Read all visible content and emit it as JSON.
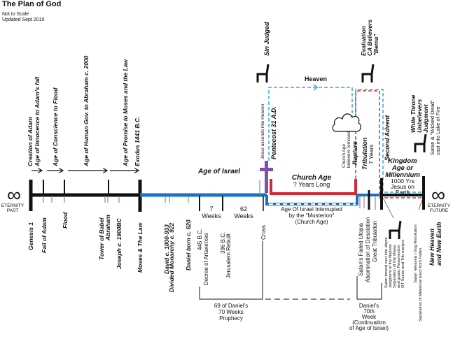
{
  "header": {
    "title": "The Plan of God",
    "notes": [
      "Not to Scale",
      "Updated Sept 2019"
    ]
  },
  "eternity": {
    "past": [
      "ETERNITY",
      "PAST"
    ],
    "future": [
      "ETERNITY",
      "FUTURE"
    ],
    "symbol": "∞"
  },
  "ages_above": [
    "Creation of Adam",
    "Age of Innocence to Adam's fall",
    "Age of Conscience to Flood",
    "Age of Human Gov. to Abraham c. 2000",
    "Age of Promise to Moses and the Law",
    "Exodus 1441 B.C."
  ],
  "events_below": [
    "Genesis 1",
    "Fall of Adam",
    "Flood",
    "Tower of Babel",
    "Abraham",
    "Joseph c. 1900BC",
    "Moses & The Law",
    "David c. 1000-933",
    "Divided Monarchy c. 922",
    "Daniel born c. 620",
    "445 B.C.",
    "Decree of Artaxerxes",
    "396 B.C.",
    "Jerusalem Rebuilt",
    "Cross"
  ],
  "israel": {
    "label": "Age of Israel",
    "weeks7": [
      "7",
      "Weeks"
    ],
    "weeks62": [
      "62",
      "Weeks"
    ],
    "prophecy": [
      "69 of Daniel's",
      "70 Weeks",
      "Prophecy"
    ],
    "interrupted": [
      "Age Of Israel Interrupted",
      "by the \"Musterion\"",
      "(Church Age)"
    ]
  },
  "church": {
    "label": "Church Age",
    "duration": "? Years Long",
    "ascends": "Jesus ascends into Heaven",
    "pentecost": "Pentecost 31 A.D.",
    "believers_removed": [
      "Church Age",
      "believers removed"
    ],
    "rapture": "Rapture",
    "heaven": "Heaven",
    "sin_judged": "Sin Judged",
    "evaluation": [
      "Evaluation",
      "CA Believers",
      "\"Bema\""
    ]
  },
  "tribulation": {
    "label": "Tribulation",
    "years": "7 Years",
    "second_advent": "Second Advent",
    "items": [
      "Satan's Failed Utopia",
      "Abomination of Desolation",
      "Great Tribulation"
    ],
    "daniel70": [
      "Daniel's",
      "70th",
      "Week",
      "(Continuation",
      "of Age of Israel)"
    ]
  },
  "kingdom": {
    "title": [
      "Kingdom",
      "Age or",
      "Millennium"
    ],
    "desc": [
      "1000 Yrs",
      "Jesus on",
      "Earth"
    ],
    "start_events": [
      "Satan bound cast into abyss",
      "Judgment of the Nations",
      "Separation of the sheep",
      "and goats, Resurrection",
      "OT Saints and Trib martyrs"
    ],
    "end_events": [
      "Satan released / Gog Revolution",
      "Separation of Millennial Elect from Fallen"
    ],
    "white_throne": [
      "White Throne",
      "Unbelievers",
      "Judgment"
    ],
    "lake_of_fire": [
      "Satan & \"Wicked Dead\"",
      "cast into Lake of Fire"
    ],
    "new_heaven": [
      "New Heaven",
      "and New Earth"
    ]
  },
  "colors": {
    "black": "#111111",
    "israel_blue": "#1a73c0",
    "church_red": "#d42a35",
    "heaven_cyan": "#3aa8d8",
    "trib_red": "#c0394a",
    "cross_purple": "#7d55a8"
  }
}
